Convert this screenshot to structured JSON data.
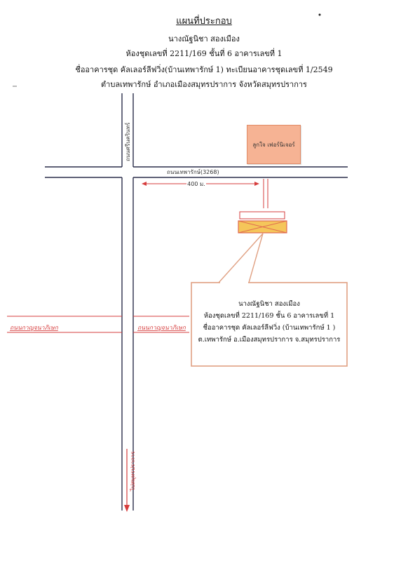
{
  "header": {
    "title": "แผนที่ประกอบ",
    "owner": "นางณัฐนิชา สองเมือง",
    "unit": "ห้องชุดเลขที่ 2211/169 ชั้นที่ 6 อาคารเลขที่ 1",
    "building": "ชื่ออาคารชุด คัลเลอร์ลีฟวิ่ง(บ้านเทพารักษ์ 1)  ทะเบียนอาคารชุดเลขที่ 1/2549",
    "address": "ตำบลเทพารักษ์ อำเภอเมืองสมุทรปราการ จังหวัดสมุทรปราการ"
  },
  "map": {
    "landmark": "ลูกใจ เฟอร์นิเจอร์",
    "road_srinakarin": "ถนนศรีนครินทร์",
    "road_theparak": "ถนนเทพารักษ์(3268)",
    "distance": "400 ม.",
    "road_left_red": "ถนนกาญจนาภิเษก",
    "road_mid_red": "ถนนกาญจนาภิเษก",
    "to_samut_prakan": "ไปสมุทรปราการ"
  },
  "callout": {
    "line1": "นางณัฐนิชา สองเมือง",
    "line2": "ห้องชุดเลขที่ 2211/169 ชั้น 6 อาคารเลขที่ 1",
    "line3": "ชื่ออาคารชุด คัลเลอร์ลีฟวิ่ง (บ้านเทพารักษ์ 1 )",
    "line4": "ต.เทพารักษ์ อ.เมืองสมุทรปราการ จ.สมุทรปราการ"
  },
  "colors": {
    "road": "#2a2d4a",
    "red": "#d63c3c",
    "landmark_fill": "#f6b394",
    "landmark_border": "#e08a66",
    "callout_border": "#e0a082",
    "site_fill": "#f5c65a",
    "site_border": "#e06a50"
  }
}
